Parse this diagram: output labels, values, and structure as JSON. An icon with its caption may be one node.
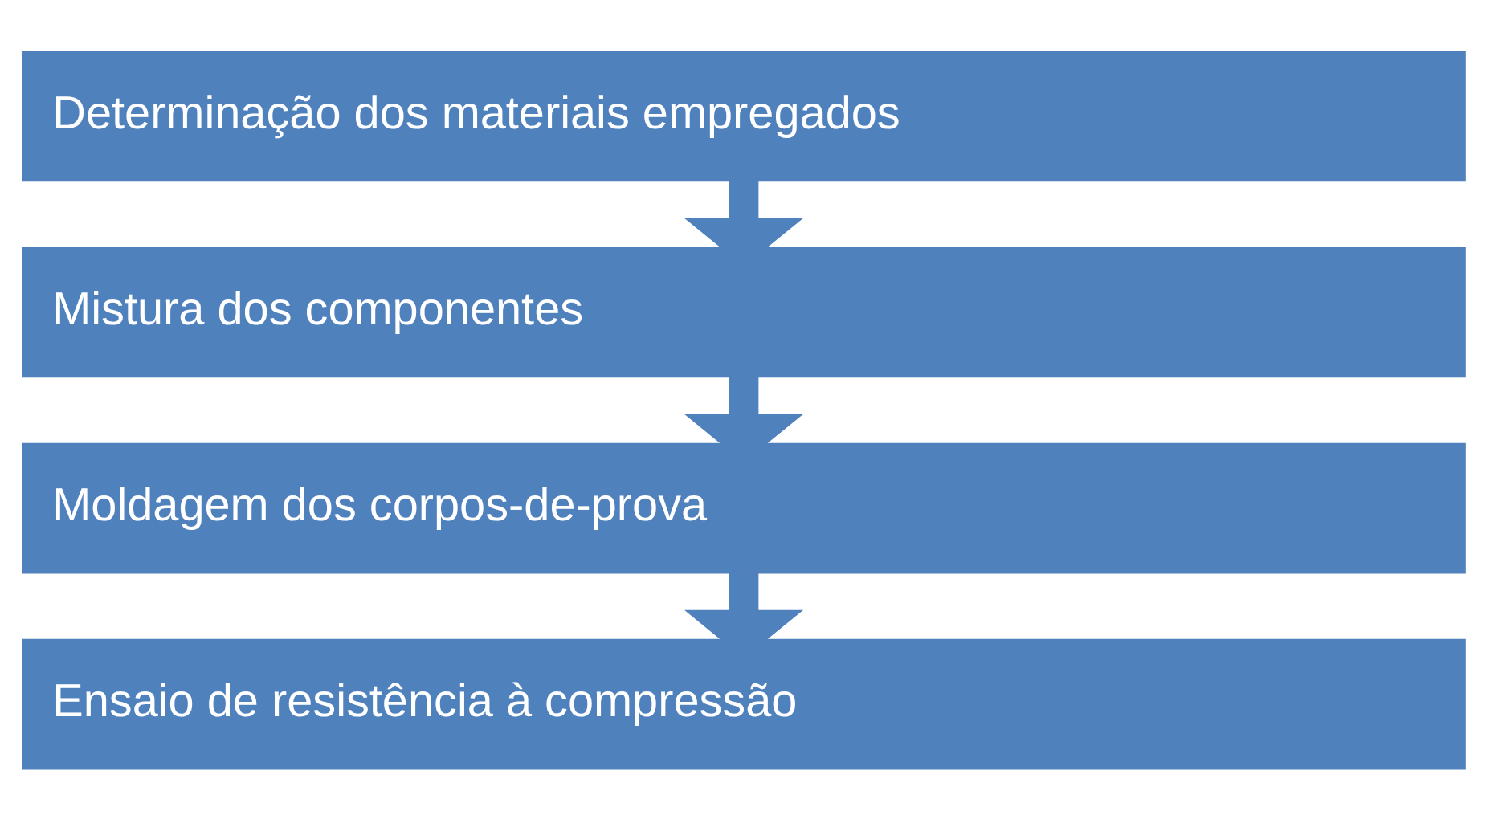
{
  "diagram": {
    "nodes": [
      {
        "text": [
          "Determinação dos materiais empregados"
        ]
      },
      {
        "text": [
          "Mistura dos componentes"
        ]
      },
      {
        "text": [
          "Moldagem dos corpos-de-prova"
        ]
      },
      {
        "text": [
          "Ensaio de resistência à compressão"
        ]
      }
    ],
    "edges": [
      {
        "from": 0,
        "to": 1,
        "arrow": "to"
      },
      {
        "from": 1,
        "to": 2,
        "arrow": "to"
      },
      {
        "from": 2,
        "to": 3,
        "arrow": "to"
      }
    ]
  }
}
